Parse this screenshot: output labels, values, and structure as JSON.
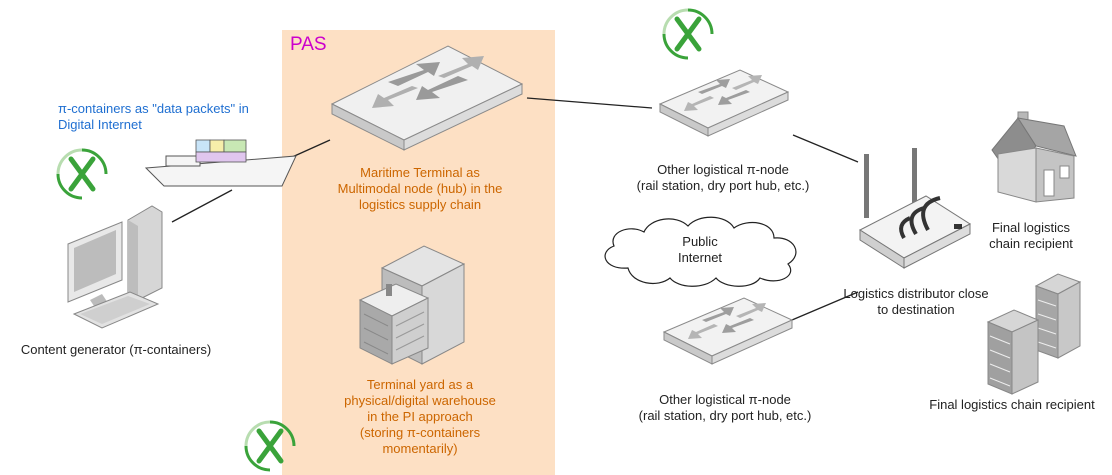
{
  "pas_label": "PAS",
  "packets_caption": "π-containers as \"data packets\" in\nDigital Internet",
  "content_generator": "Content generator (π-containers)",
  "maritime_terminal": "Maritime Terminal as\nMultimodal node (hub) in the\nlogistics supply chain",
  "terminal_yard": "Terminal yard as a\nphysical/digital warehouse\nin the PI approach\n(storing π-containers\nmomentarily)",
  "other_node_top": "Other logistical π-node\n(rail station, dry port hub, etc.)",
  "other_node_bottom": "Other logistical π-node\n(rail station, dry port hub, etc.)",
  "public_internet": "Public\nInternet",
  "distributor": "Logistics distributor close\nto destination",
  "recipient_house": "Final logistics\nchain recipient",
  "recipient_building": "Final logistics chain recipient",
  "colors": {
    "pas_bg": "#fde0c4",
    "pas_text": "#cc00cc",
    "orange_text": "#cc6600",
    "blue_text": "#1f6fd1",
    "x_logo": "#3aa33a"
  }
}
